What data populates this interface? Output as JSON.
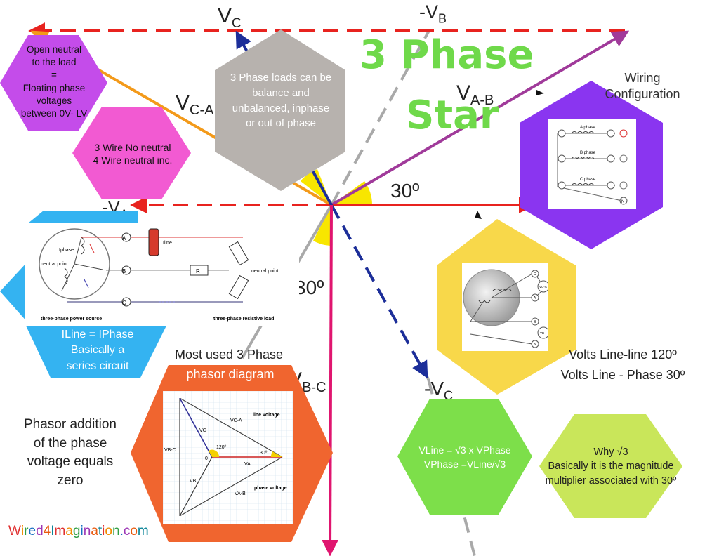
{
  "title": {
    "line1": "3 Phase",
    "line2": "Star"
  },
  "vectors": {
    "vc": "V",
    "vc_sub": "C",
    "neg_vb": "-V",
    "neg_vb_sub": "B",
    "vab": "V",
    "vab_sub": "A-B",
    "vca": "V",
    "vca_sub": "C-A",
    "va_partial": "-V",
    "va_partial_sub": "A",
    "vbc": "V",
    "vbc_sub": "B-C",
    "neg_vc_partial": "-V",
    "neg_vc_partial_sub": "C"
  },
  "angles": {
    "a1": "30º",
    "a2": "30º"
  },
  "hexes": {
    "open_neutral": {
      "lines": [
        "Open neutral",
        "to the load",
        "=",
        "Floating phase",
        "voltages",
        "between 0V- LV"
      ]
    },
    "wire_neutral": {
      "lines": [
        "3 Wire No neutral",
        "4 Wire neutral inc."
      ]
    },
    "loads": {
      "lines": [
        "3 Phase loads can be",
        "balance and",
        "unbalanced, inphase",
        "or out of phase"
      ]
    },
    "iline": {
      "lines": [
        "ILine = IPhase",
        "Basically a",
        "series circuit"
      ]
    },
    "vline": {
      "lines": [
        "VLine = √3 x VPhase",
        "VPhase =VLine/√3"
      ]
    },
    "why": {
      "lines": [
        "Why √3",
        "Basically it is the magnitude",
        "multiplier associated with 30º"
      ]
    }
  },
  "labels": {
    "wiring": "Wiring Configuration",
    "most_used": "Most used 3 Phase",
    "phasor_diagram": "phasor diagram",
    "phasor_add": [
      "Phasor addition",
      "of the phase",
      "voltage equals",
      "zero"
    ],
    "volts_ll": "Volts Line-line 120º",
    "volts_lp": "Volts Line - Phase 30º",
    "brand": "Wired4Imagination.com"
  },
  "circuit": {
    "source": "three-phase power source",
    "load": "three-phase resistive load",
    "neutral": "neutral point",
    "neutral2": "neutral point",
    "nodes": [
      "A",
      "B",
      "C"
    ],
    "r": "R",
    "iphase": "Iphase",
    "iline": "Iline"
  },
  "wiring_img": {
    "phases": [
      "A phase",
      "B phase",
      "C phase"
    ],
    "n": "N"
  },
  "meter_img": {
    "vca": "VC-A",
    "vb": "VB",
    "nodes": [
      "C",
      "A",
      "B",
      "N"
    ]
  },
  "phasor": {
    "vc": "VC",
    "vca": "VC-A",
    "line_voltage": "line voltage",
    "vbc": "VB-C",
    "a120": "120º",
    "a30": "30º",
    "zero": "0",
    "va": "VA",
    "vb": "VB",
    "vab": "VA-B",
    "phase_voltage": "phase voltage"
  },
  "colors": {
    "green": "#6fd94a",
    "purple": "#8a35f0",
    "gray": "#b7b2ae",
    "orange": "#f0652f",
    "yellow": "#f8d84a",
    "lime": "#c9e65a",
    "magenta": "#f25ad2",
    "blue": "#34b3f1"
  }
}
